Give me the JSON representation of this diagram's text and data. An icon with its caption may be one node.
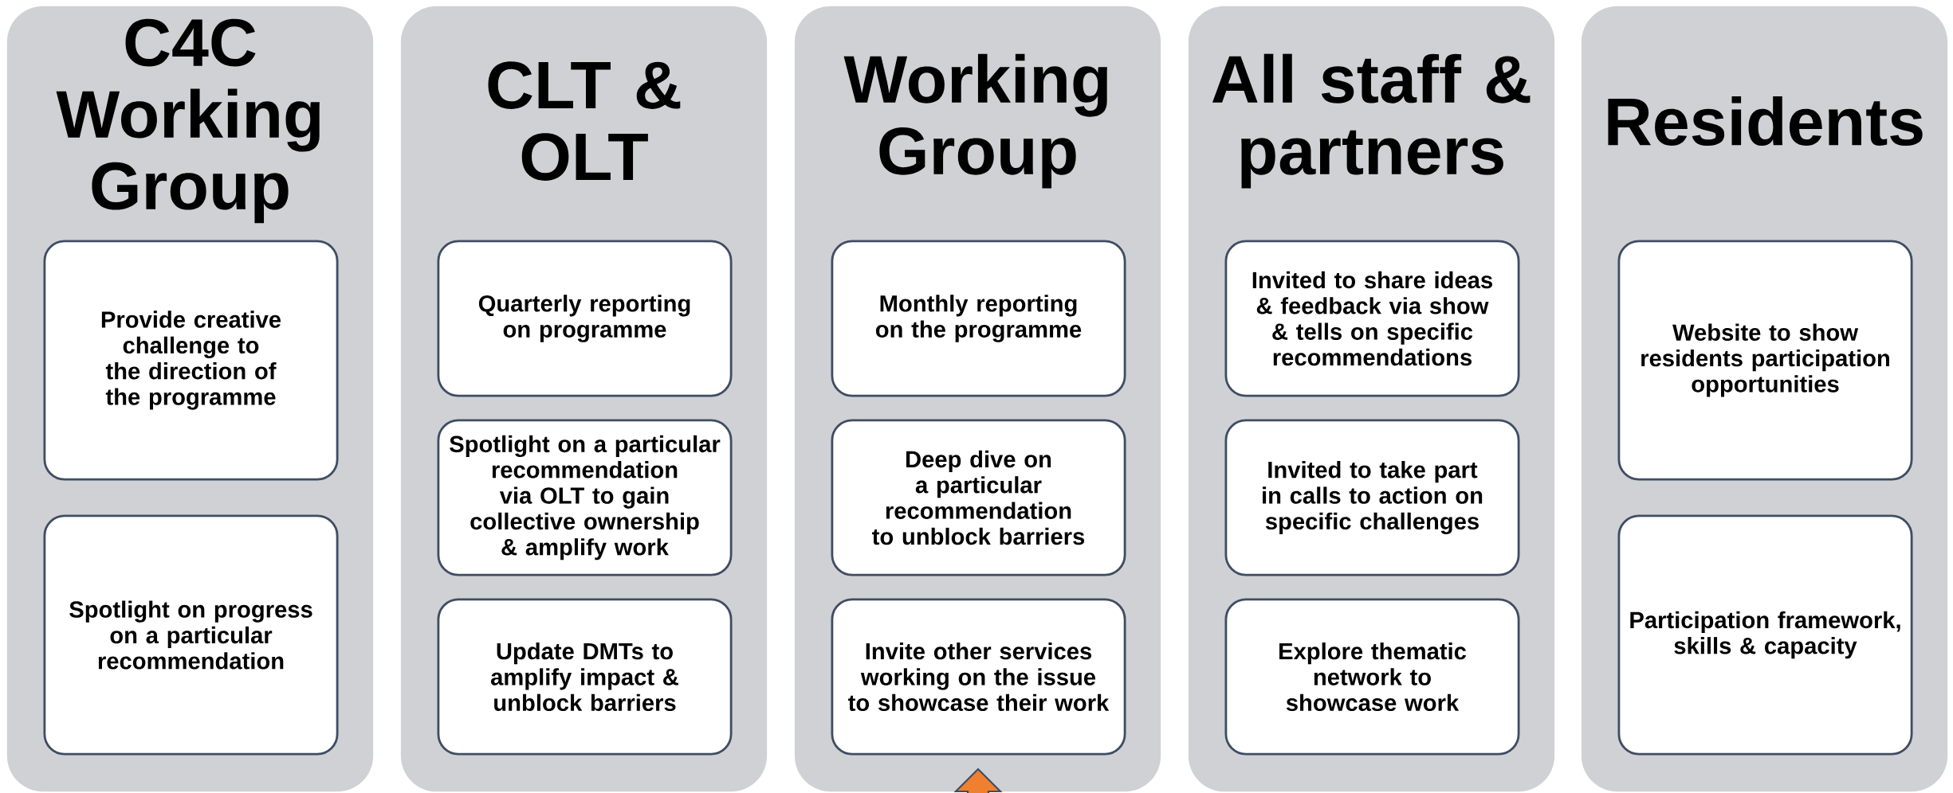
{
  "diagram": {
    "nodes": [
      {
        "text": [
          "C4C Working Group"
        ]
      },
      {
        "text": [
          "Provide creative challenge to the direction of the programme"
        ],
        "in": 0
      },
      {
        "text": [
          "Spotlight on progress on a particular recommendation"
        ],
        "in": 0
      },
      {
        "text": [
          "CLT & OLT"
        ]
      },
      {
        "text": [
          "Quarterly reporting on programme"
        ],
        "in": 3
      },
      {
        "text": [
          "Spotlight on a particular recommendation via OLT to gain collective ownership & amplify work"
        ],
        "in": 3
      },
      {
        "text": [
          "Update DMTs to amplify impact & unblock barriers"
        ],
        "in": 3
      },
      {
        "text": [
          "Working Group"
        ]
      },
      {
        "text": [
          "Monthly reporting on the programme"
        ],
        "in": 7
      },
      {
        "text": [
          "Deep dive on a particular recommendation to unblock barriers"
        ],
        "in": 7
      },
      {
        "text": [
          "Invite other services working on the issue to showcase their work"
        ],
        "in": 7
      },
      {
        "text": [
          "All staff & partners"
        ]
      },
      {
        "text": [
          "Invited to share ideas & feedback via show & tells on specific recommendations"
        ],
        "in": 11
      },
      {
        "text": [
          "Invited to take part in calls to action on specific challenges"
        ],
        "in": 11
      },
      {
        "text": [
          "Explore thematic network to showcase work"
        ],
        "in": 11
      },
      {
        "text": [
          "Residents"
        ]
      },
      {
        "text": [
          "Website to show residents participation opportunities"
        ],
        "in": 15
      },
      {
        "text": [
          "Participation framework, skills & capacity"
        ],
        "in": 15
      }
    ]
  }
}
